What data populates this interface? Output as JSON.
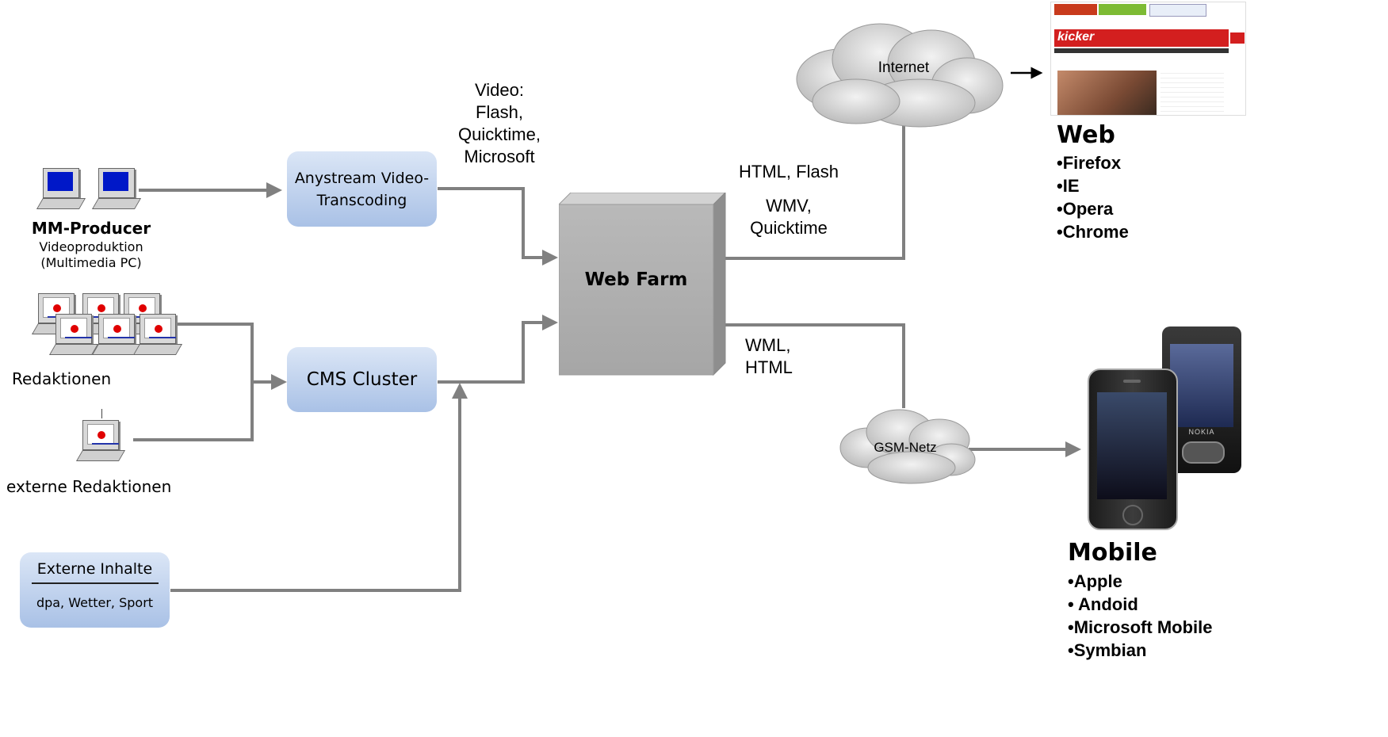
{
  "producer": {
    "title": "MM-Producer",
    "subtitle": "Videoproduktion",
    "subtitle2": "(Multimedia PC)"
  },
  "redaktionen": {
    "label": "Redaktionen"
  },
  "externe_redaktionen": {
    "label": "externe Redaktionen"
  },
  "anystream": {
    "line1": "Anystream Video-",
    "line2": "Transcoding"
  },
  "cms": {
    "label": "CMS Cluster"
  },
  "externe_inhalte": {
    "title": "Externe Inhalte",
    "sub": "dpa,  Wetter, Sport"
  },
  "video_formats": {
    "l1": "Video:",
    "l2": "Flash,",
    "l3": "Quicktime,",
    "l4": "Microsoft"
  },
  "web_farm": {
    "label": "Web Farm"
  },
  "internet_protocols": {
    "l1": "HTML, Flash",
    "l2": "WMV,",
    "l3": "Quicktime"
  },
  "mobile_protocols": {
    "l1": "WML,",
    "l2": "HTML"
  },
  "internet": {
    "label": "Internet"
  },
  "gsm": {
    "label": "GSM-Netz"
  },
  "web": {
    "heading": "Web",
    "items": [
      "•Firefox",
      "•IE",
      "•Opera",
      "•Chrome"
    ],
    "screenshot_logo": "kicker"
  },
  "mobile": {
    "heading": "Mobile",
    "items": [
      "•Apple",
      "• Andoid",
      "•Microsoft Mobile",
      "•Symbian"
    ],
    "nokia_brand": "NOKIA"
  },
  "colors": {
    "connector": "#808080",
    "box_top": "#dbe6f6",
    "box_bottom": "#a9c1e6",
    "farm": "#b0b0b0"
  }
}
